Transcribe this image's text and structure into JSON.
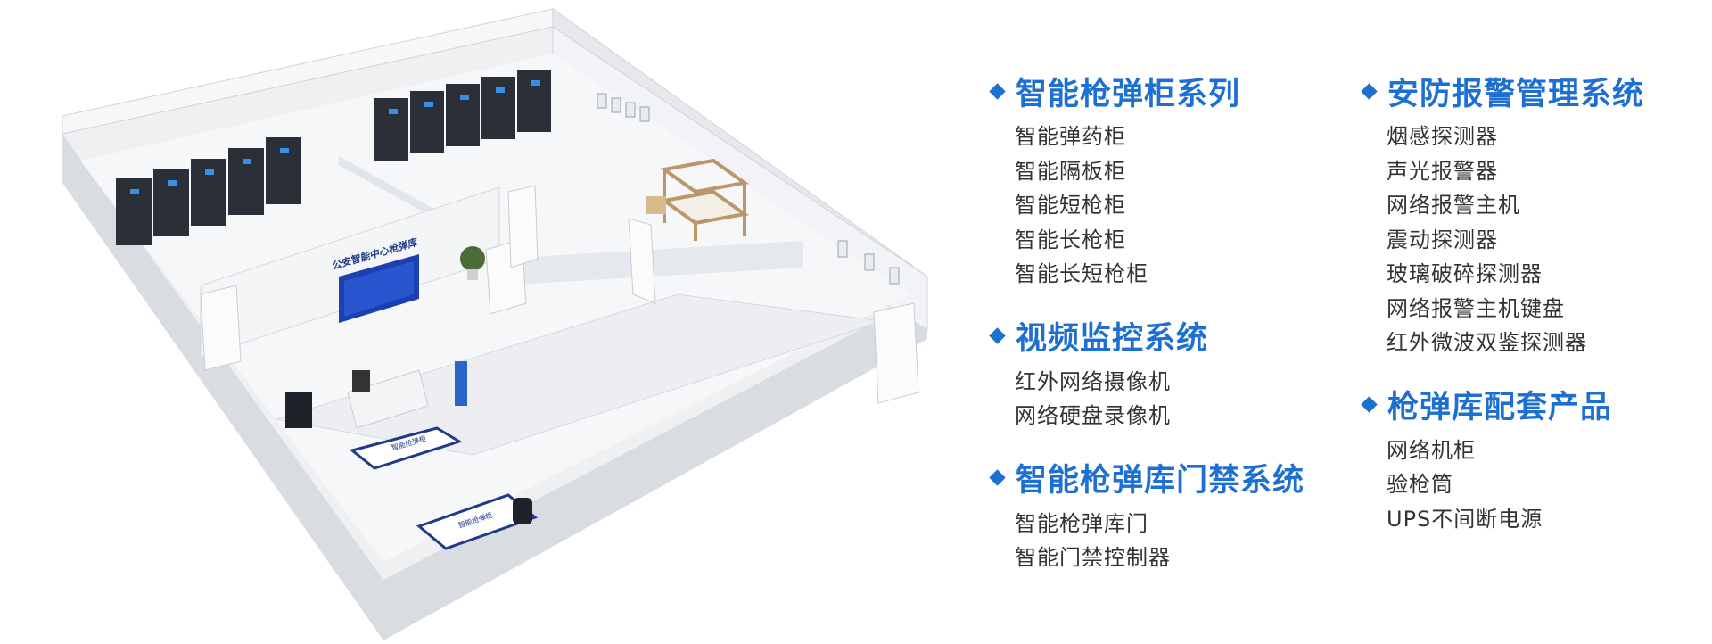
{
  "illustration": {
    "wall_sign": "公安智能中心枪弹库",
    "floor_mat_label": "智能枪弹柜"
  },
  "columns": [
    [
      {
        "title": "智能枪弹柜系列",
        "items": [
          "智能弹药柜",
          "智能隔板柜",
          "智能短枪柜",
          "智能长枪柜",
          "智能长短枪柜"
        ]
      },
      {
        "title": "视频监控系统",
        "items": [
          "红外网络摄像机",
          "网络硬盘录像机"
        ]
      },
      {
        "title": "智能枪弹库门禁系统",
        "items": [
          "智能枪弹库门",
          "智能门禁控制器"
        ]
      }
    ],
    [
      {
        "title": "安防报警管理系统",
        "items": [
          "烟感探测器",
          "声光报警器",
          "网络报警主机",
          "震动探测器",
          "玻璃破碎探测器",
          "网络报警主机键盘",
          "红外微波双鉴探测器"
        ]
      },
      {
        "title": "枪弹库配套产品",
        "items": [
          "网络机柜",
          "验枪筒",
          "UPS不间断电源"
        ]
      }
    ]
  ],
  "colors": {
    "accent": "#1d6fd1",
    "item_text": "#333333",
    "cabinet": "#2b2f38",
    "cabinet_screen": "#3a8ee8"
  },
  "icons": {
    "section_bullet": "diamond-bullet-icon"
  }
}
